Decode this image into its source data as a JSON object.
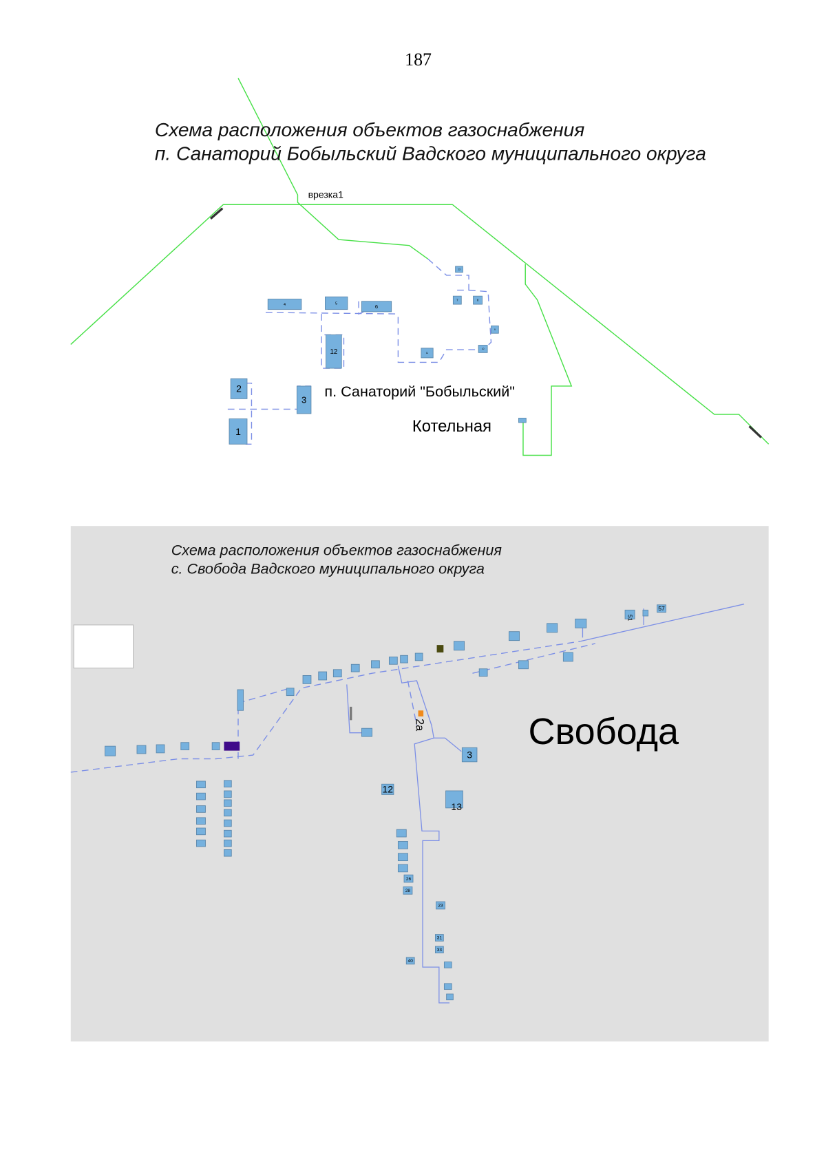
{
  "page_number": "187",
  "map1": {
    "title_line1": "Схема расположения объектов газоснабжения",
    "title_line2": "п. Санаторий Бобыльский Вадского муниципального округа",
    "tie_in_label": "врезка1",
    "settlement_label": "п. Санаторий \"Бобыльский\"",
    "boiler_label": "Котельная",
    "building_labels": [
      "1",
      "2",
      "3",
      "4",
      "5",
      "6",
      "7",
      "8",
      "9",
      "10",
      "11",
      "12",
      "13"
    ],
    "colors": {
      "gas_pipeline_high": "#46e046",
      "gas_pipeline_low": "#7c8fe6",
      "building": "#76b1de"
    }
  },
  "map2": {
    "title_line1": "Схема расположения объектов газоснабжения",
    "title_line2": "с. Свобода Вадского муниципального округа",
    "settlement_label": "Свобода",
    "building_labels": [
      "2а",
      "3",
      "12",
      "13",
      "23",
      "26",
      "28",
      "31",
      "33",
      "40",
      "51",
      "57"
    ],
    "colors": {
      "background": "#e0e0e0",
      "gas_pipeline": "#7c8fe6",
      "building": "#76b1de",
      "grp": "#3f0a8a",
      "marker_orange": "#f08a1c",
      "marker_olive": "#4a4a10"
    }
  }
}
